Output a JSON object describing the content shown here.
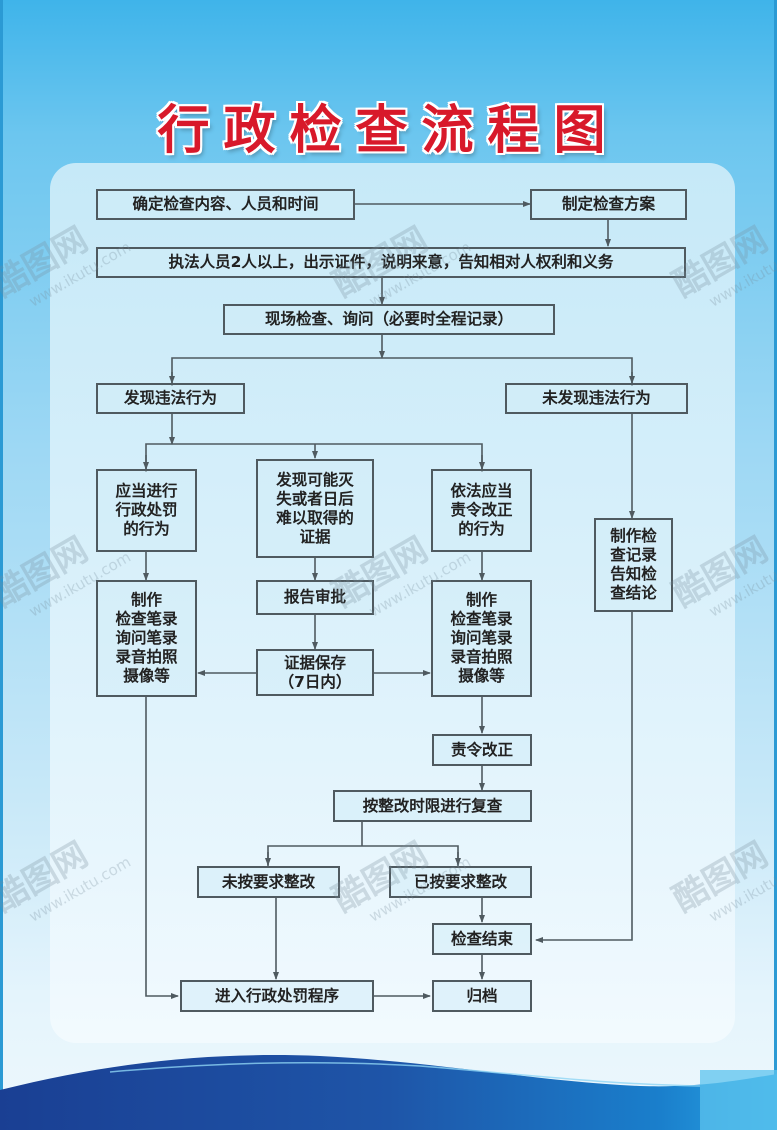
{
  "title": "行政检查流程图",
  "colors": {
    "title_red": "#d8192a",
    "box_border": "#4f5a60",
    "background_top": "#3fb4ea",
    "panel": "#d6effa",
    "wave_dark": "#1c4fa0"
  },
  "nodes": {
    "determine": "确定检查内容、人员和时间",
    "plan": "制定检查方案",
    "notify": "执法人员2人以上，出示证件，说明来意，告知相对人权利和义务",
    "onsite": "现场检查、询问（必要时全程记录）",
    "found": "发现违法行为",
    "not_found": "未发现违法行为",
    "penalty_conduct": "应当进行行政处罚的行为",
    "evidence_risk": "发现可能灭失或者日后难以取得的证据",
    "correct_conduct": "依法应当责令改正的行为",
    "record_conclusion": "制作检查记录告知检查结论",
    "records_left": "制作检查笔录询问笔录录音拍照摄像等",
    "report": "报告审批",
    "preserve": "证据保存（7日内）",
    "records_right": "制作检查笔录询问笔录录音拍照摄像等",
    "order_correct": "责令改正",
    "recheck": "按整改时限进行复查",
    "not_rectified": "未按要求整改",
    "rectified": "已按要求整改",
    "end": "检查结束",
    "penalty_proc": "进入行政处罚程序",
    "archive": "归档"
  },
  "multiline": {
    "penalty_conduct": [
      "应当进行",
      "行政处罚",
      "的行为"
    ],
    "evidence_risk": [
      "发现可能灭",
      "失或者日后",
      "难以取得的",
      "证据"
    ],
    "correct_conduct": [
      "依法应当",
      "责令改正",
      "的行为"
    ],
    "record_conclusion": [
      "制作检",
      "查记录",
      "告知检",
      "查结论"
    ],
    "records_left": [
      "制作",
      "检查笔录",
      "询问笔录",
      "录音拍照",
      "摄像等"
    ],
    "preserve": [
      "证据保存",
      "（7日内）"
    ],
    "records_right": [
      "制作",
      "检查笔录",
      "询问笔录",
      "录音拍照",
      "摄像等"
    ]
  },
  "watermark": {
    "brand": "酷图网",
    "url": "www.ikutu.com"
  }
}
